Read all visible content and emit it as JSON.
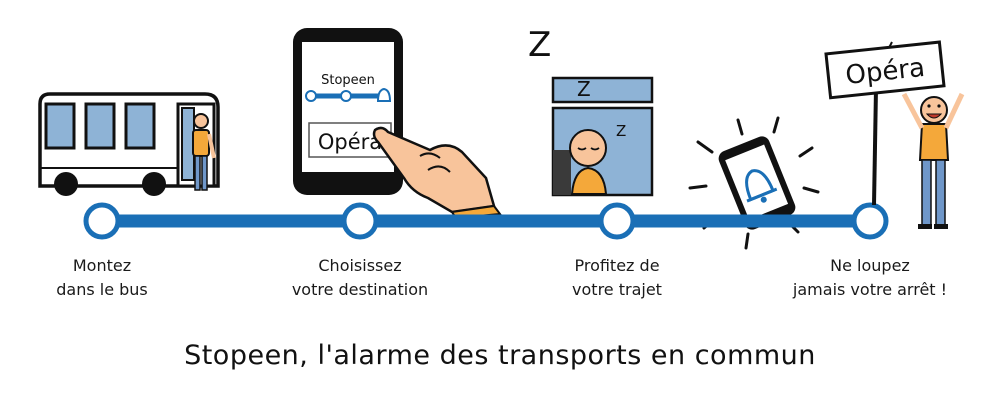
{
  "steps": [
    {
      "line1": "Montez",
      "line2": "dans le bus"
    },
    {
      "line1": "Choisissez",
      "line2": "votre destination"
    },
    {
      "line1": "Profitez de",
      "line2": "votre trajet"
    },
    {
      "line1": "Ne loupez",
      "line2": "jamais votre arrêt !"
    }
  ],
  "phone": {
    "app_name": "Stopeen",
    "destination": "Opéra"
  },
  "sleep": {
    "z_large": "Z",
    "z_medium": "Z",
    "z_small": "Z"
  },
  "sign": {
    "text": "Opéra"
  },
  "tagline": "Stopeen, l'alarme des transports en commun",
  "colors": {
    "line": "#1a6fb6",
    "skin": "#f8c49b",
    "shirt": "#f4a83a",
    "pants": "#6f97c9",
    "window": "#8eb3d6",
    "dark": "#111111"
  }
}
